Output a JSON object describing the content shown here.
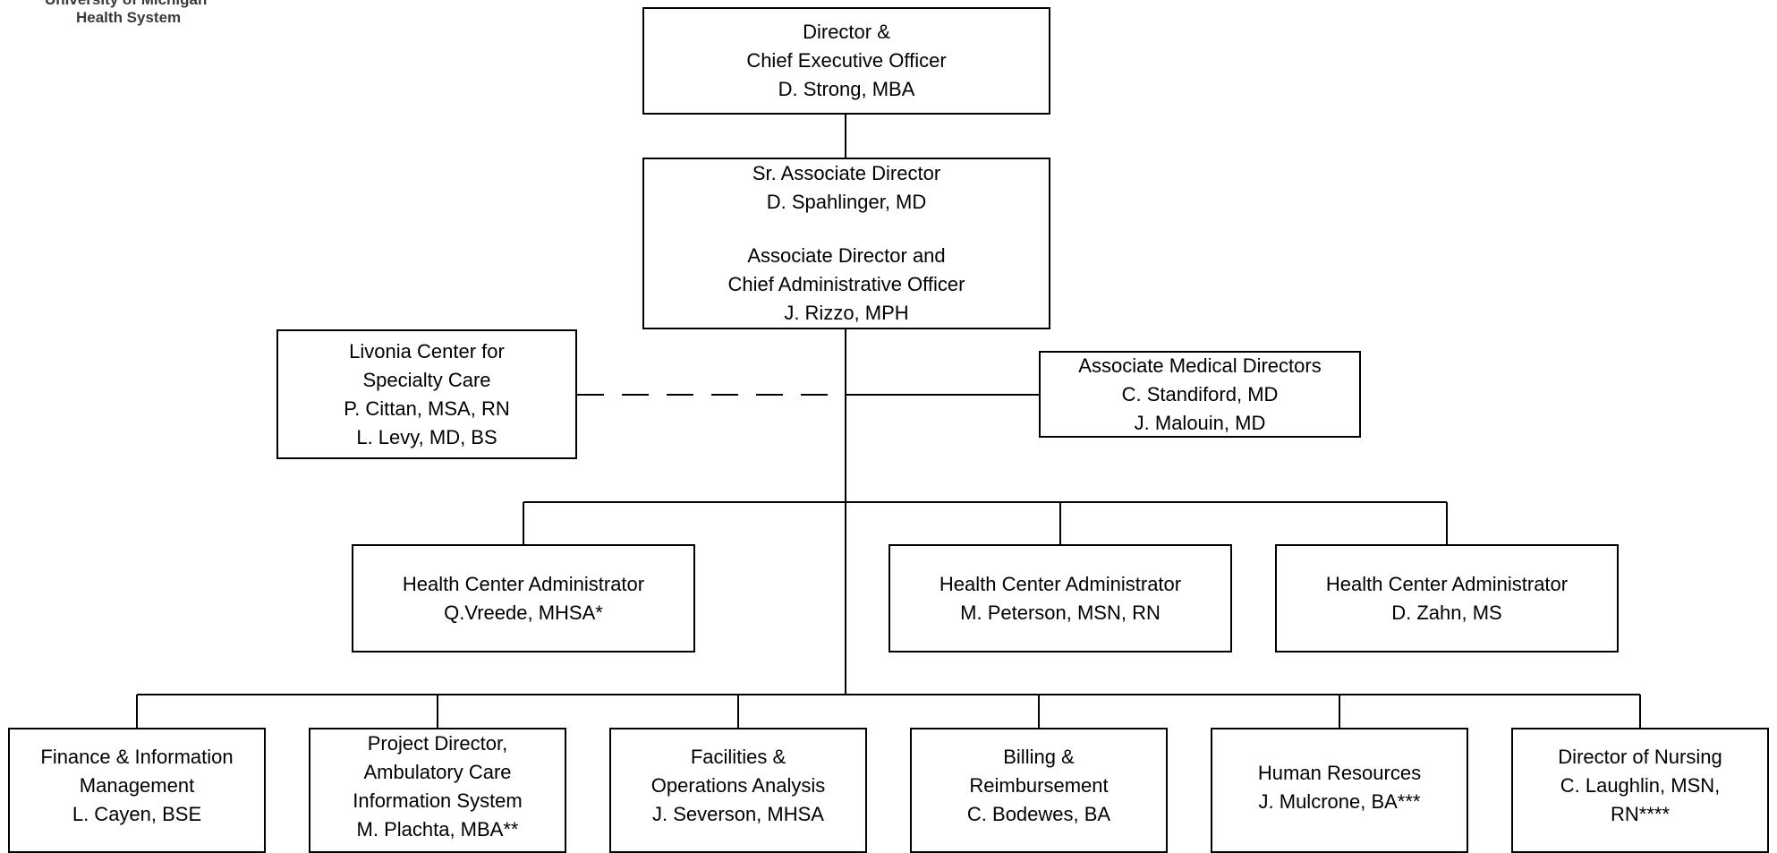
{
  "logo": {
    "line1": "University of Michigan",
    "line2": "Health System"
  },
  "boxes": {
    "ceo": [
      "Director &",
      "Chief Executive Officer",
      "D. Strong, MBA"
    ],
    "sr_associate": {
      "top": [
        "Sr. Associate Director",
        "D. Spahlinger, MD"
      ],
      "bottom": [
        "Associate Director and",
        "Chief Administrative Officer",
        "J. Rizzo, MPH"
      ]
    },
    "livonia": [
      "Livonia Center for",
      "Specialty Care",
      "P. Cittan, MSA, RN",
      "L. Levy, MD, BS"
    ],
    "assoc_medical": [
      "Associate Medical Directors",
      "C. Standiford, MD",
      "J. Malouin, MD"
    ],
    "hca_1": [
      "Health Center Administrator",
      "Q.Vreede, MHSA*"
    ],
    "hca_2": [
      "Health Center Administrator",
      "M. Peterson, MSN, RN"
    ],
    "hca_3": [
      "Health Center Administrator",
      "D. Zahn, MS"
    ],
    "finance": [
      "Finance & Information",
      "Management",
      "L. Cayen, BSE"
    ],
    "project": [
      "Project Director,",
      "Ambulatory Care",
      "Information System",
      "M. Plachta, MBA**"
    ],
    "facilities": [
      "Facilities &",
      "Operations Analysis",
      "J. Severson, MHSA"
    ],
    "billing": [
      "Billing &",
      "Reimbursement",
      "C. Bodewes, BA"
    ],
    "hr": [
      "Human Resources",
      "J. Mulcrone, BA***"
    ],
    "nursing": [
      "Director of Nursing",
      "C. Laughlin, MSN,",
      "RN****"
    ]
  }
}
